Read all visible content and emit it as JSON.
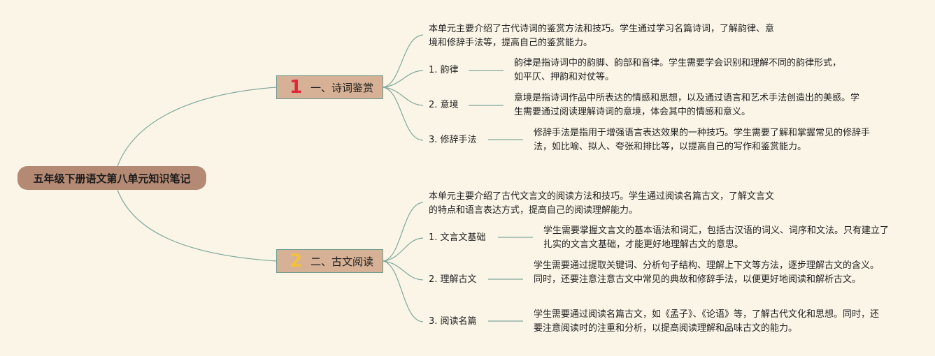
{
  "root": {
    "label": "五年级下册语文第八单元知识笔记"
  },
  "branches": [
    {
      "number": "1",
      "label": "一、诗词鉴赏",
      "summary": "本单元主要介绍了古代诗词的鉴赏方法和技巧。学生通过学习名篇诗词，了解韵律、意境和修辞手法等，提高自己的鉴赏能力。",
      "items": [
        {
          "label": "1. 韵律",
          "detail": "韵律是指诗词中的韵脚、韵部和音律。学生需要学会识别和理解不同的韵律形式，如平仄、押韵和对仗等。"
        },
        {
          "label": "2. 意境",
          "detail": "意境是指诗词作品中所表达的情感和思想，以及通过语言和艺术手法创造出的美感。学生需要通过阅读理解诗词的意境，体会其中的情感和意义。"
        },
        {
          "label": "3. 修辞手法",
          "detail": "修辞手法是指用于增强语言表达效果的一种技巧。学生需要了解和掌握常见的修辞手法，如比喻、拟人、夸张和排比等，以提高自己的写作和鉴赏能力。"
        }
      ]
    },
    {
      "number": "2",
      "label": "二、古文阅读",
      "summary": "本单元主要介绍了古代文言文的阅读方法和技巧。学生通过阅读名篇古文，了解文言文的特点和语言表达方式，提高自己的阅读理解能力。",
      "items": [
        {
          "label": "1. 文言文基础",
          "detail": "学生需要掌握文言文的基本语法和词汇，包括古汉语的词义、词序和文法。只有建立了扎实的文言文基础，才能更好地理解古文的意思。"
        },
        {
          "label": "2. 理解古文",
          "detail": "学生需要通过提取关键词、分析句子结构、理解上下文等方法，逐步理解古文的含义。同时，还要注意注意古文中常见的典故和修辞手法，以便更好地阅读和解析古文。"
        },
        {
          "label": "3. 阅读名篇",
          "detail": "学生需要通过阅读名篇古文，如《孟子》、《论语》等，了解古代文化和思想。同时，还要注意阅读时的注重和分析，以提高阅读理解和品味古文的能力。"
        }
      ]
    }
  ],
  "colors": {
    "background": "#fbf5e7",
    "root_fill": "#b58a74",
    "branch_fill": "#d6b195",
    "connector": "#7fa89a",
    "number_1": "#e0283a",
    "number_2": "#f2c23a"
  }
}
